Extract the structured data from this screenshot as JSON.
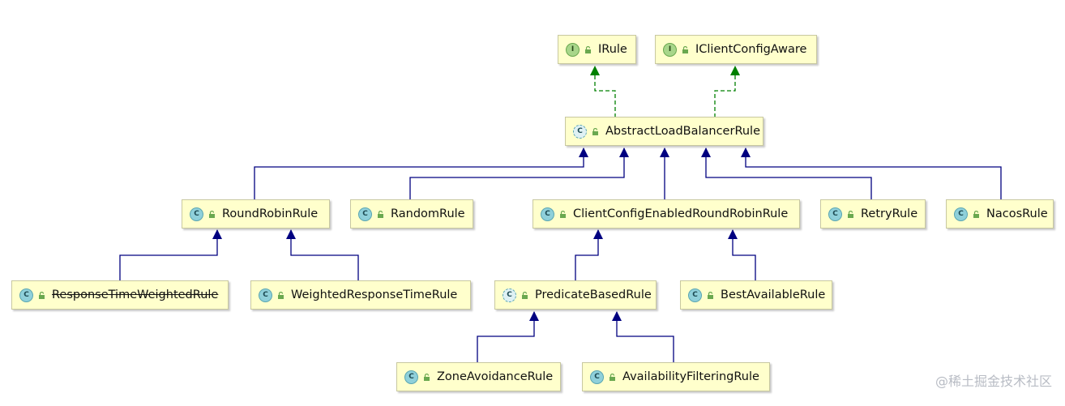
{
  "colors": {
    "inherit": "#000080",
    "implement": "#008000",
    "node_bg": "#ffffcc"
  },
  "nodes": {
    "irule": {
      "label": "IRule",
      "kind": "interface",
      "badge": "I"
    },
    "iclient": {
      "label": "IClientConfigAware",
      "kind": "interface",
      "badge": "I"
    },
    "abstract": {
      "label": "AbstractLoadBalancerRule",
      "kind": "abstract-class",
      "badge": "C"
    },
    "roundrobin": {
      "label": "RoundRobinRule",
      "kind": "class",
      "badge": "C"
    },
    "random": {
      "label": "RandomRule",
      "kind": "class",
      "badge": "C"
    },
    "ccerr": {
      "label": "ClientConfigEnabledRoundRobinRule",
      "kind": "class",
      "badge": "C"
    },
    "retry": {
      "label": "RetryRule",
      "kind": "class",
      "badge": "C"
    },
    "nacos": {
      "label": "NacosRule",
      "kind": "class",
      "badge": "C"
    },
    "rtw": {
      "label": "ResponseTimeWeightedRule",
      "kind": "class",
      "badge": "C",
      "deprecated": true
    },
    "wrt": {
      "label": "WeightedResponseTimeRule",
      "kind": "class",
      "badge": "C"
    },
    "predicate": {
      "label": "PredicateBasedRule",
      "kind": "abstract-class",
      "badge": "C"
    },
    "best": {
      "label": "BestAvailableRule",
      "kind": "class",
      "badge": "C"
    },
    "zone": {
      "label": "ZoneAvoidanceRule",
      "kind": "class",
      "badge": "C"
    },
    "avail": {
      "label": "AvailabilityFilteringRule",
      "kind": "class",
      "badge": "C"
    }
  },
  "watermark": "@稀土掘金技术社区"
}
